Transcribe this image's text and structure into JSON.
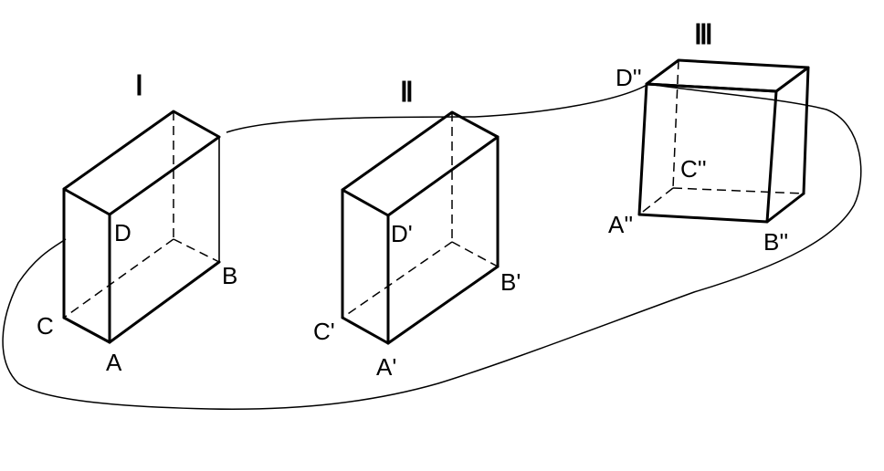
{
  "figures": [
    {
      "numeral": "Ⅰ",
      "labels": {
        "A": "A",
        "B": "B",
        "C": "C",
        "D": "D"
      }
    },
    {
      "numeral": "Ⅱ",
      "labels": {
        "A": "A'",
        "B": "B'",
        "C": "C'",
        "D": "D'"
      }
    },
    {
      "numeral": "Ⅲ",
      "labels": {
        "A": "A''",
        "B": "B''",
        "C": "C''",
        "D": "D''"
      }
    }
  ]
}
